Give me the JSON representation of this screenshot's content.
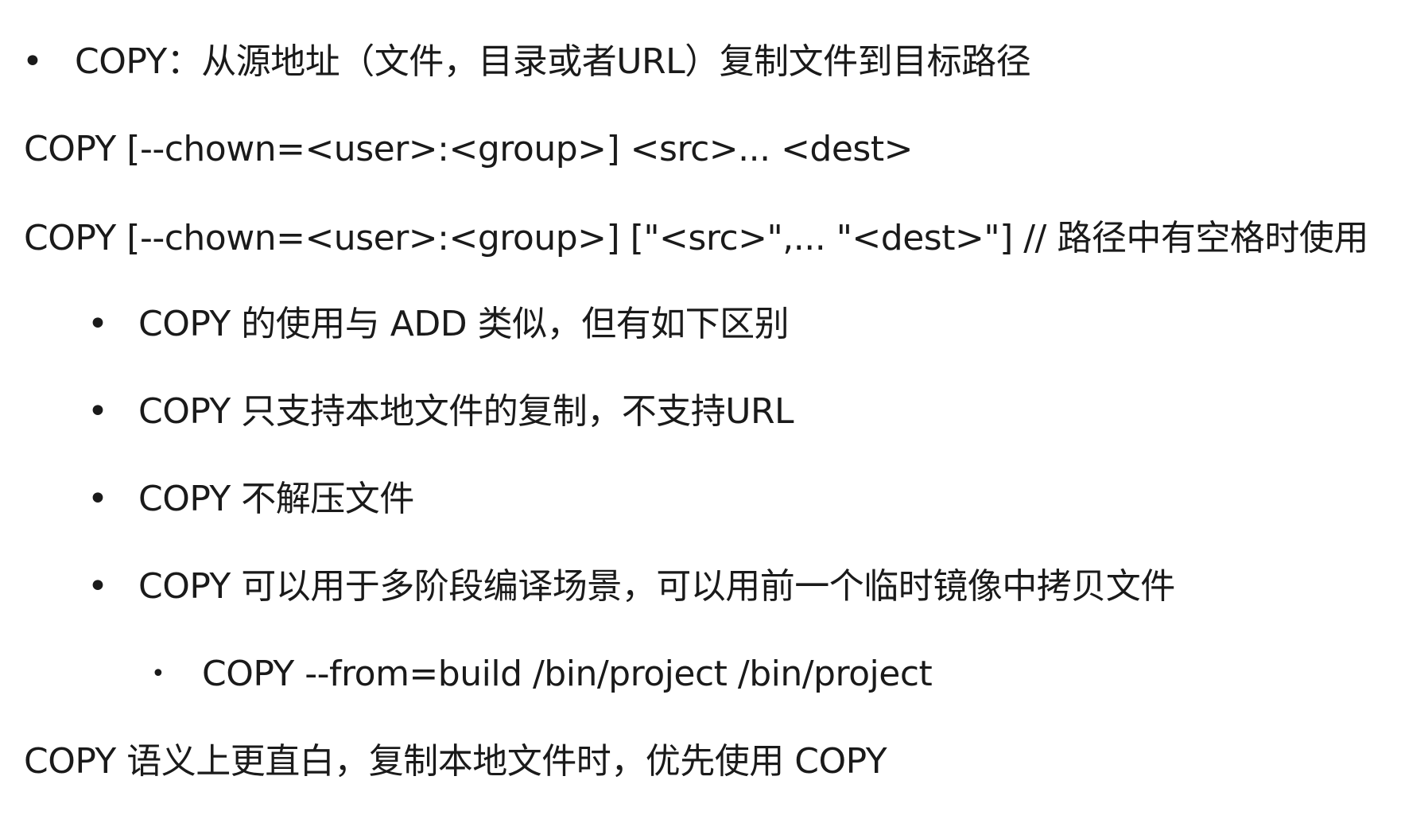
{
  "bullet_symbol": "•",
  "sub_bullet_symbol": "•",
  "lines": {
    "copy_intro": "COPY：从源地址（文件，目录或者URL）复制文件到目标路径",
    "syntax_1": "COPY [--chown=<user>:<group>] <src>... <dest>",
    "syntax_2": "COPY [--chown=<user>:<group>] [\"<src>\",... \"<dest>\"] // 路径中有空格时使用",
    "diff_intro": "COPY 的使用与 ADD 类似，但有如下区别",
    "diff_1": "COPY 只支持本地文件的复制，不支持URL",
    "diff_2": "COPY 不解压文件",
    "diff_3": "COPY 可以用于多阶段编译场景，可以用前一个临时镜像中拷贝文件",
    "diff_3_example": "COPY --from=build /bin/project /bin/project",
    "summary": "COPY 语义上更直白，复制本地文件时，优先使用 COPY"
  }
}
